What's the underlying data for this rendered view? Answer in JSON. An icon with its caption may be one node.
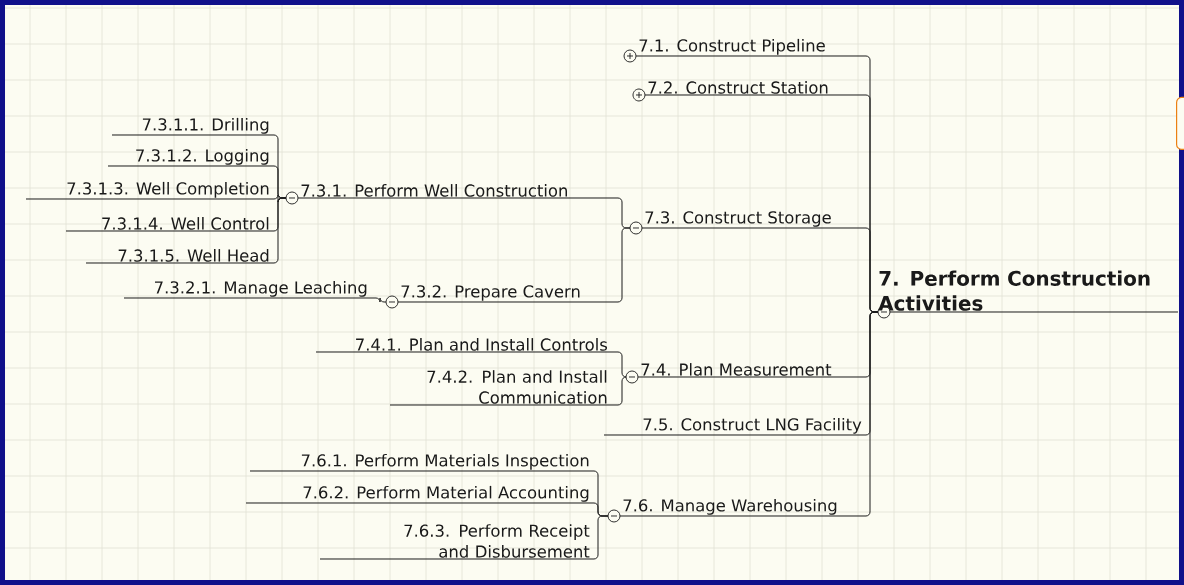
{
  "diagram": {
    "nodes": [
      {
        "text": [
          "7. Perform Construction Activities"
        ]
      },
      {
        "text": [
          "7.1. Construct Pipeline"
        ]
      },
      {
        "text": [
          "7.2. Construct Station"
        ]
      },
      {
        "text": [
          "7.3. Construct Storage"
        ]
      },
      {
        "text": [
          "7.3.1. Perform Well Construction"
        ]
      },
      {
        "text": [
          "7.3.1.1. Drilling"
        ]
      },
      {
        "text": [
          "7.3.1.2. Logging"
        ]
      },
      {
        "text": [
          "7.3.1.3. Well Completion"
        ]
      },
      {
        "text": [
          "7.3.1.4. Well Control"
        ]
      },
      {
        "text": [
          "7.3.1.5. Well Head"
        ]
      },
      {
        "text": [
          "7.3.2. Prepare Cavern"
        ]
      },
      {
        "text": [
          "7.3.2.1. Manage Leaching"
        ]
      },
      {
        "text": [
          "7.4. Plan Measurement"
        ]
      },
      {
        "text": [
          "7.4.1. Plan and Install Controls"
        ]
      },
      {
        "text": [
          "7.4.2. Plan and Install Communication"
        ]
      },
      {
        "text": [
          "7.5. Construct LNG Facility"
        ]
      },
      {
        "text": [
          "7.6. Manage Warehousing"
        ]
      },
      {
        "text": [
          "7.6.1. Perform Materials Inspection"
        ]
      },
      {
        "text": [
          "7.6.2. Perform Material Accounting"
        ]
      },
      {
        "text": [
          "7.6.3. Perform Receipt and Disbursement"
        ]
      },
      {
        "text": [],
        "shape": "box"
      }
    ],
    "edges": [
      {
        "from": 0,
        "to": 1,
        "arrow": "none"
      },
      {
        "from": 0,
        "to": 2,
        "arrow": "none"
      },
      {
        "from": 0,
        "to": 3,
        "arrow": "none"
      },
      {
        "from": 3,
        "to": 4,
        "arrow": "none"
      },
      {
        "from": 4,
        "to": 5,
        "arrow": "none"
      },
      {
        "from": 4,
        "to": 6,
        "arrow": "none"
      },
      {
        "from": 4,
        "to": 7,
        "arrow": "none"
      },
      {
        "from": 4,
        "to": 8,
        "arrow": "none"
      },
      {
        "from": 4,
        "to": 9,
        "arrow": "none"
      },
      {
        "from": 3,
        "to": 10,
        "arrow": "none"
      },
      {
        "from": 10,
        "to": 11,
        "arrow": "none"
      },
      {
        "from": 0,
        "to": 12,
        "arrow": "none"
      },
      {
        "from": 12,
        "to": 13,
        "arrow": "none"
      },
      {
        "from": 12,
        "to": 14,
        "arrow": "none"
      },
      {
        "from": 0,
        "to": 15,
        "arrow": "none"
      },
      {
        "from": 0,
        "to": 16,
        "arrow": "none"
      },
      {
        "from": 16,
        "to": 17,
        "arrow": "none"
      },
      {
        "from": 16,
        "to": 18,
        "arrow": "none"
      },
      {
        "from": 16,
        "to": 19,
        "arrow": "none"
      }
    ]
  }
}
